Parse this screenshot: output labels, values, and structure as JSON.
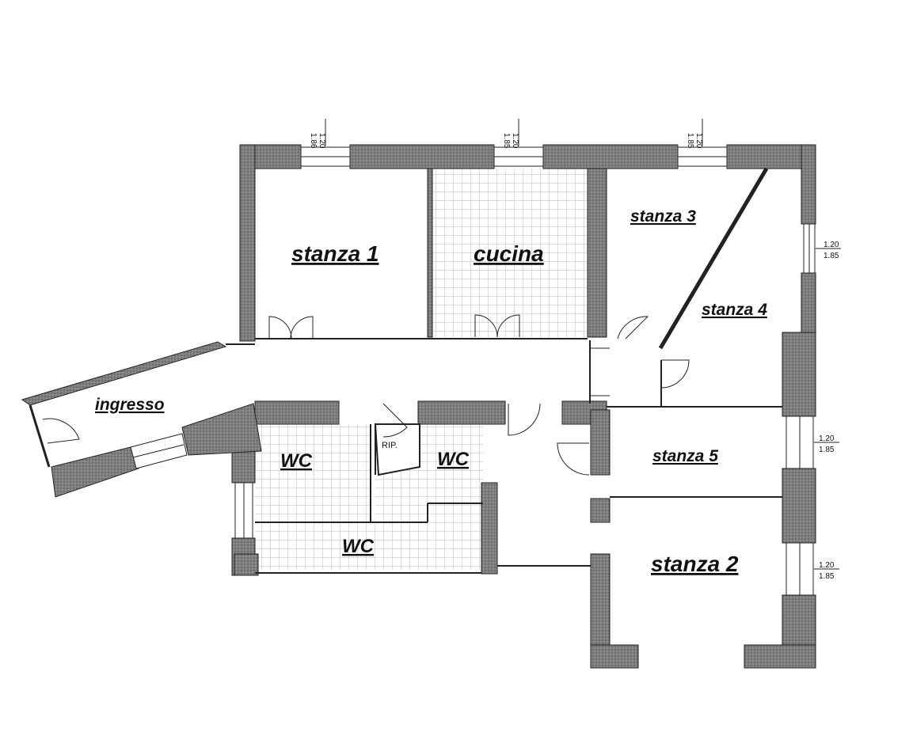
{
  "rooms": {
    "stanza1": "stanza 1",
    "cucina": "cucina",
    "stanza3": "stanza 3",
    "stanza4": "stanza 4",
    "ingresso": "ingresso",
    "wc1": "WC",
    "wc2": "WC",
    "wc3": "WC",
    "rip": "RIP.",
    "stanza5": "stanza 5",
    "stanza2": "stanza 2"
  },
  "windows": {
    "top1": {
      "width": "1.20",
      "height": "1.86"
    },
    "top2": {
      "width": "1.20",
      "height": "1.85"
    },
    "top3": {
      "width": "1.20",
      "height": "1.85"
    },
    "right1": {
      "width": "1.20",
      "height": "1.85"
    },
    "right2": {
      "width": "1.20",
      "height": "1.85"
    },
    "right3": {
      "width": "1.20",
      "height": "1.85"
    }
  },
  "colors": {
    "wall_fill": "#8a8a8a",
    "line": "#222222",
    "tile": "#b8b8b8"
  }
}
